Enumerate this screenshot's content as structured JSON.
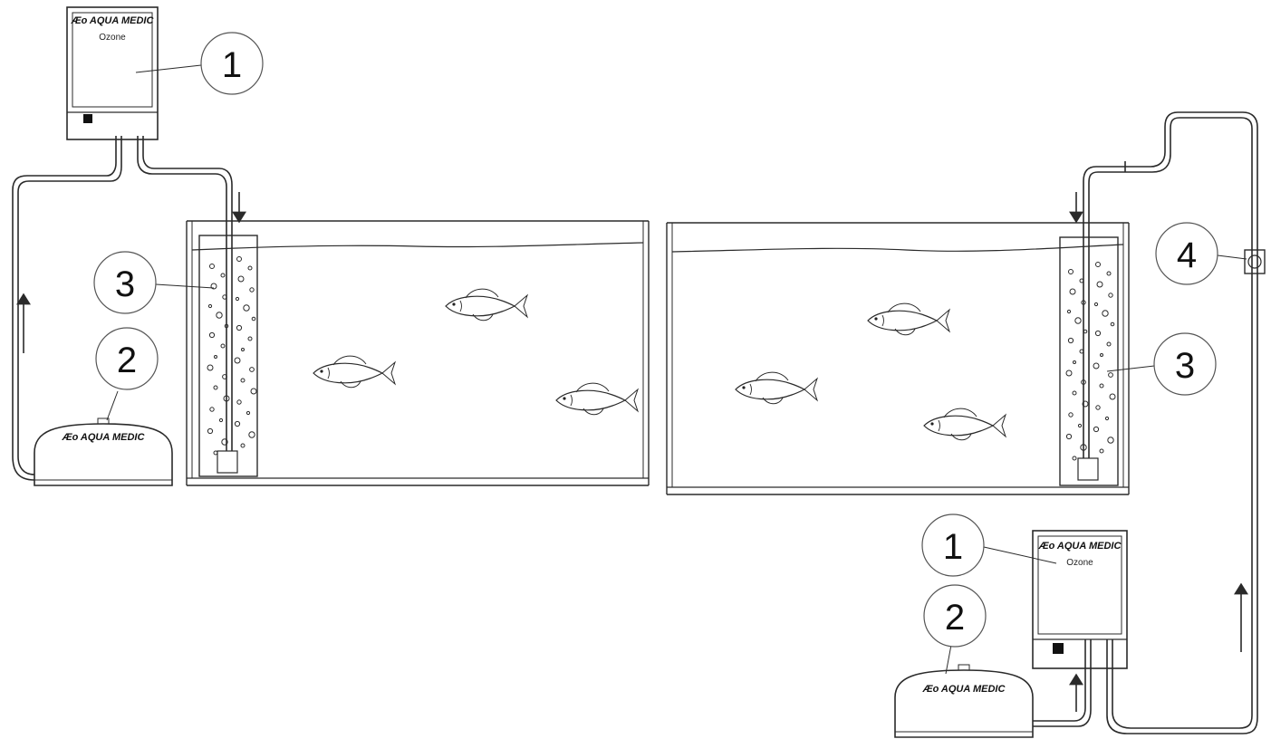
{
  "brand_name": "Æo AQUA MEDIC",
  "ozonizer_label": "Ozone",
  "callouts": {
    "ozonizer": "1",
    "air_pump": "2",
    "reactor": "3",
    "check_valve": "4"
  },
  "colors": {
    "line": "#2a2a2a",
    "background": "#ffffff"
  }
}
